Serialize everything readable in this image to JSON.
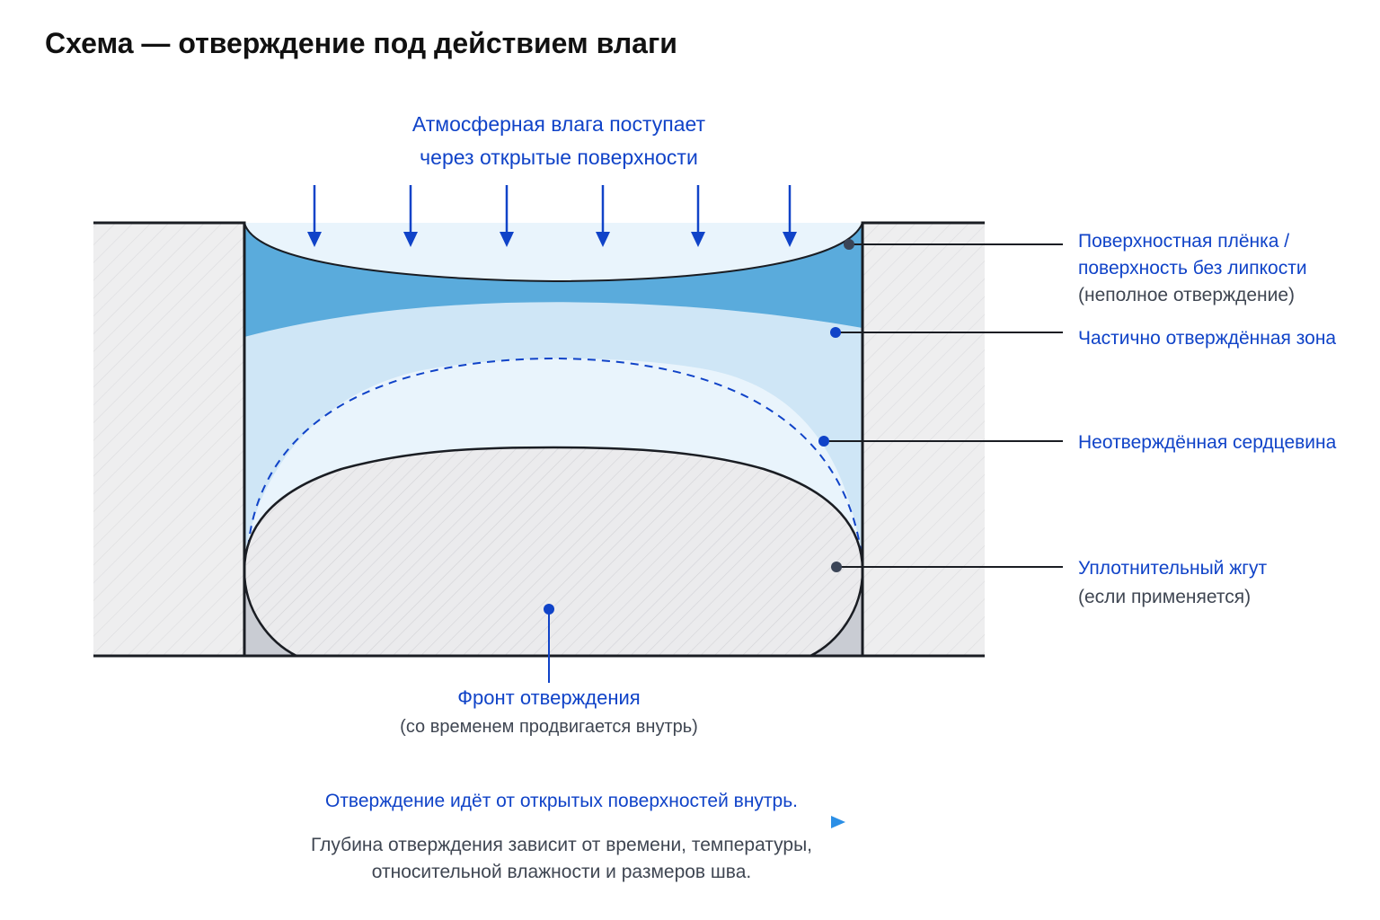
{
  "title": "Схема — отверждение под действием влаги",
  "moisture": {
    "line1": "Атмосферная влага поступает",
    "line2": "через открытые поверхности"
  },
  "callouts": {
    "surface_film": {
      "line1": "Поверхностная плёнка /",
      "line2": "поверхность без липкости",
      "note": "(неполное отверждение)"
    },
    "partial_zone": {
      "line1": "Частично отверждённая зона"
    },
    "uncured_core": {
      "line1": "Неотверждённая сердцевина"
    },
    "backer_rod": {
      "line1": "Уплотнительный жгут",
      "note": "(если применяется)"
    },
    "cure_front": {
      "line1": "Фронт отверждения",
      "note": "(со временем продвигается внутрь)"
    }
  },
  "footer": {
    "arrow_label": "Отверждение идёт от открытых поверхностей внутрь.",
    "note_line1": "Глубина отверждения зависит от времени, температуры,",
    "note_line2": "относительной влажности и размеров шва."
  },
  "colors": {
    "accent_blue": "#1043c8",
    "film_blue": "#5aabdc",
    "partial_blue": "#cfe6f6",
    "core_blue": "#e9f4fc",
    "substrate_gray": "#eeeeef",
    "outline": "#1a1d23"
  }
}
